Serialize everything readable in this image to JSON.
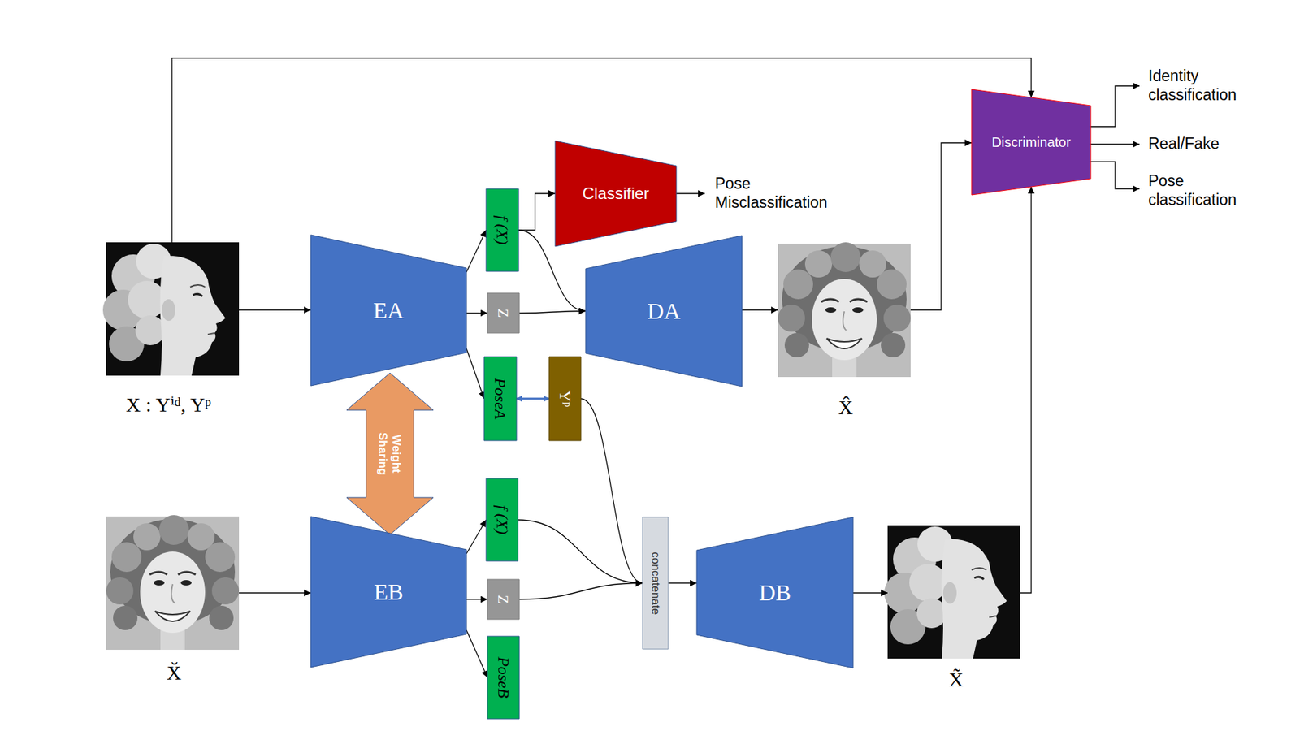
{
  "diagram": {
    "nodes": [
      {
        "text": [
          "EA"
        ]
      },
      {
        "text": [
          "f (X)"
        ]
      },
      {
        "text": [
          "Z"
        ]
      },
      {
        "text": [
          "PoseA"
        ]
      },
      {
        "text": [
          "Yᵖ"
        ]
      },
      {
        "text": [
          "Classifier"
        ]
      },
      {
        "text": [
          "DA"
        ]
      },
      {
        "text": [
          "Discriminator"
        ]
      },
      {
        "text": [
          "Weight Sharing"
        ]
      },
      {
        "text": [
          "EB"
        ]
      },
      {
        "text": [
          "f (X)"
        ]
      },
      {
        "text": [
          "Z"
        ]
      },
      {
        "text": [
          "PoseB"
        ]
      },
      {
        "text": [
          "concatenate"
        ]
      },
      {
        "text": [
          "DB"
        ]
      }
    ],
    "edges": [
      {
        "from": 0,
        "to": 1,
        "arrow": "to"
      },
      {
        "from": 0,
        "to": 2,
        "arrow": "to"
      },
      {
        "from": 0,
        "to": 3,
        "arrow": "to"
      },
      {
        "from": 1,
        "to": 5,
        "arrow": "to"
      },
      {
        "from": 1,
        "to": 6,
        "arrow": "to"
      },
      {
        "from": 2,
        "to": 6,
        "arrow": "to"
      },
      {
        "from": 3,
        "to": 4,
        "arrow": "both"
      },
      {
        "from": 4,
        "to": 13,
        "arrow": "to"
      },
      {
        "from": 9,
        "to": 10,
        "arrow": "to"
      },
      {
        "from": 9,
        "to": 11,
        "arrow": "to"
      },
      {
        "from": 9,
        "to": 12,
        "arrow": "to"
      },
      {
        "from": 10,
        "to": 13,
        "arrow": "to"
      },
      {
        "from": 11,
        "to": 13,
        "arrow": "to"
      },
      {
        "from": 13,
        "to": 14,
        "arrow": "to"
      }
    ],
    "labels": [
      "Pose Misclassification",
      "Identity classification",
      "Real/Fake",
      "Pose classification",
      "X : Yⁱᵈ, Yᵖ",
      "X̂",
      "X̆",
      "X̃"
    ]
  }
}
